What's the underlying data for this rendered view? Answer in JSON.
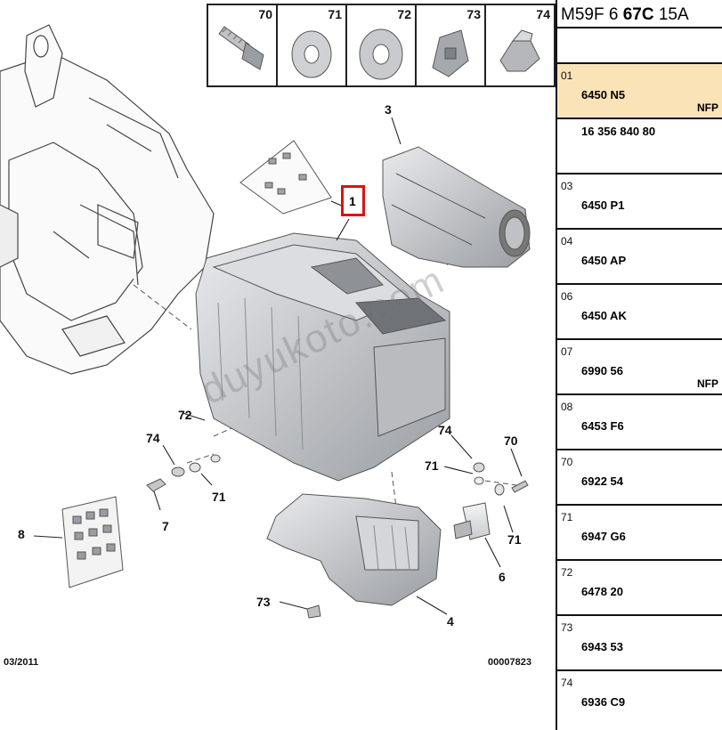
{
  "header": {
    "prefix": "M59F 6",
    "bold": "67C",
    "suffix": "15A"
  },
  "thumbnails": [
    {
      "num": "70",
      "icon": "screw-icon"
    },
    {
      "num": "71",
      "icon": "washer-icon"
    },
    {
      "num": "72",
      "icon": "washer-icon"
    },
    {
      "num": "73",
      "icon": "clip-nut-icon"
    },
    {
      "num": "74",
      "icon": "flange-nut-icon"
    }
  ],
  "callouts": {
    "c1": "1",
    "c3": "3",
    "c4": "4",
    "c6": "6",
    "c7": "7",
    "c8": "8",
    "c70": "70",
    "c71a": "71",
    "c71b": "71",
    "c71c": "71",
    "c72": "72",
    "c73": "73",
    "c74a": "74",
    "c74b": "74"
  },
  "footer": {
    "date": "03/2011",
    "ref": "00007823"
  },
  "watermark": "duyukoto.com",
  "parts": [
    {
      "ref": "01",
      "code": "6450 N5",
      "tag": "NFP",
      "selected": true,
      "alt": "16 356 840 80"
    },
    {
      "ref": "03",
      "code": "6450 P1",
      "tag": ""
    },
    {
      "ref": "04",
      "code": "6450 AP",
      "tag": ""
    },
    {
      "ref": "06",
      "code": "6450 AK",
      "tag": ""
    },
    {
      "ref": "07",
      "code": "6990 56",
      "tag": "NFP"
    },
    {
      "ref": "08",
      "code": "6453 F6",
      "tag": ""
    },
    {
      "ref": "70",
      "code": "6922 54",
      "tag": ""
    },
    {
      "ref": "71",
      "code": "6947 G6",
      "tag": ""
    },
    {
      "ref": "72",
      "code": "6478 20",
      "tag": ""
    },
    {
      "ref": "73",
      "code": "6943 53",
      "tag": ""
    },
    {
      "ref": "74",
      "code": "6936 C9",
      "tag": ""
    }
  ],
  "colors": {
    "selected_row": "#fbe3b8",
    "selected_frame": "#e01010"
  }
}
